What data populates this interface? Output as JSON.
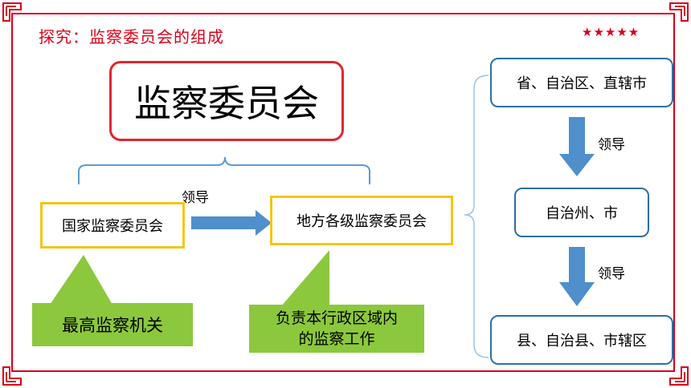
{
  "header": {
    "title": "探究：监察委员会的组成",
    "rating": "★★★★★"
  },
  "diagram": {
    "root": "监察委员会",
    "national": "国家监察委员会",
    "local": "地方各级监察委员会",
    "lead_label": "领导",
    "national_note": "最高监察机关",
    "local_note_line1": "负责本行政区域内",
    "local_note_line2": "的监察工作",
    "levels": [
      "省、自治区、直辖市",
      "自治州、市",
      "县、自治县、市辖区"
    ]
  },
  "colors": {
    "frame": "#d9001b",
    "yellow": "#f5c518",
    "blue": "#2e6fa7",
    "green": "#8cc83d",
    "arrow": "#4f8fcb"
  }
}
